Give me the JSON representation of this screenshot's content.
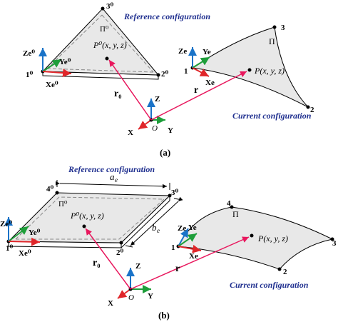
{
  "colors": {
    "position_vector": "#e8175d",
    "axis_z": "#1a73c8",
    "axis_y": "#1e9e3a",
    "axis_x": "#e0262a",
    "label_blue": "#1f2f8f",
    "surface_fill": "#e8e8e8"
  },
  "panel_a": {
    "reference_label": "Reference configuration",
    "current_label": "Current configuration",
    "caption": "(a)",
    "ref_nodes": {
      "n1": "1⁰",
      "n2": "2⁰",
      "n3": "3⁰"
    },
    "ref_region": "Π⁰",
    "ref_point": "P⁰(x, y, z)",
    "ref_axes": {
      "z": "Ze⁰",
      "y": "Ye⁰",
      "x": "Xe⁰"
    },
    "cur_nodes": {
      "n1": "1",
      "n2": "2",
      "n3": "3"
    },
    "cur_region": "Π",
    "cur_point": "P(x, y, z)",
    "cur_axes": {
      "z": "Ze",
      "y": "Ye",
      "x": "Xe"
    },
    "global_axes": {
      "z": "Z",
      "y": "Y",
      "x": "X",
      "origin": "O"
    },
    "vectors": {
      "r0": "r₀",
      "r": "r"
    }
  },
  "panel_b": {
    "reference_label": "Reference configuration",
    "current_label": "Current configuration",
    "caption": "(b)",
    "dim_a": "a",
    "dim_a_sub": "e",
    "dim_b": "b",
    "dim_b_sub": "e",
    "ref_nodes": {
      "n1": "1⁰",
      "n2": "2⁰",
      "n3": "3⁰",
      "n4": "4⁰"
    },
    "ref_region": "Π⁰",
    "ref_point": "P⁰(x, y, z)",
    "ref_axes": {
      "z": "Ze⁰",
      "y": "Ye⁰",
      "x": "Xe⁰"
    },
    "cur_nodes": {
      "n1": "1",
      "n2": "2",
      "n3": "3",
      "n4": "4"
    },
    "cur_region": "Π",
    "cur_point": "P(x, y, z)",
    "cur_axes": {
      "z": "Ze",
      "y": "Ye",
      "x": "Xe"
    },
    "global_axes": {
      "z": "Z",
      "y": "Y",
      "x": "X",
      "origin": "O"
    },
    "vectors": {
      "r0": "r₀",
      "r": "r"
    }
  }
}
